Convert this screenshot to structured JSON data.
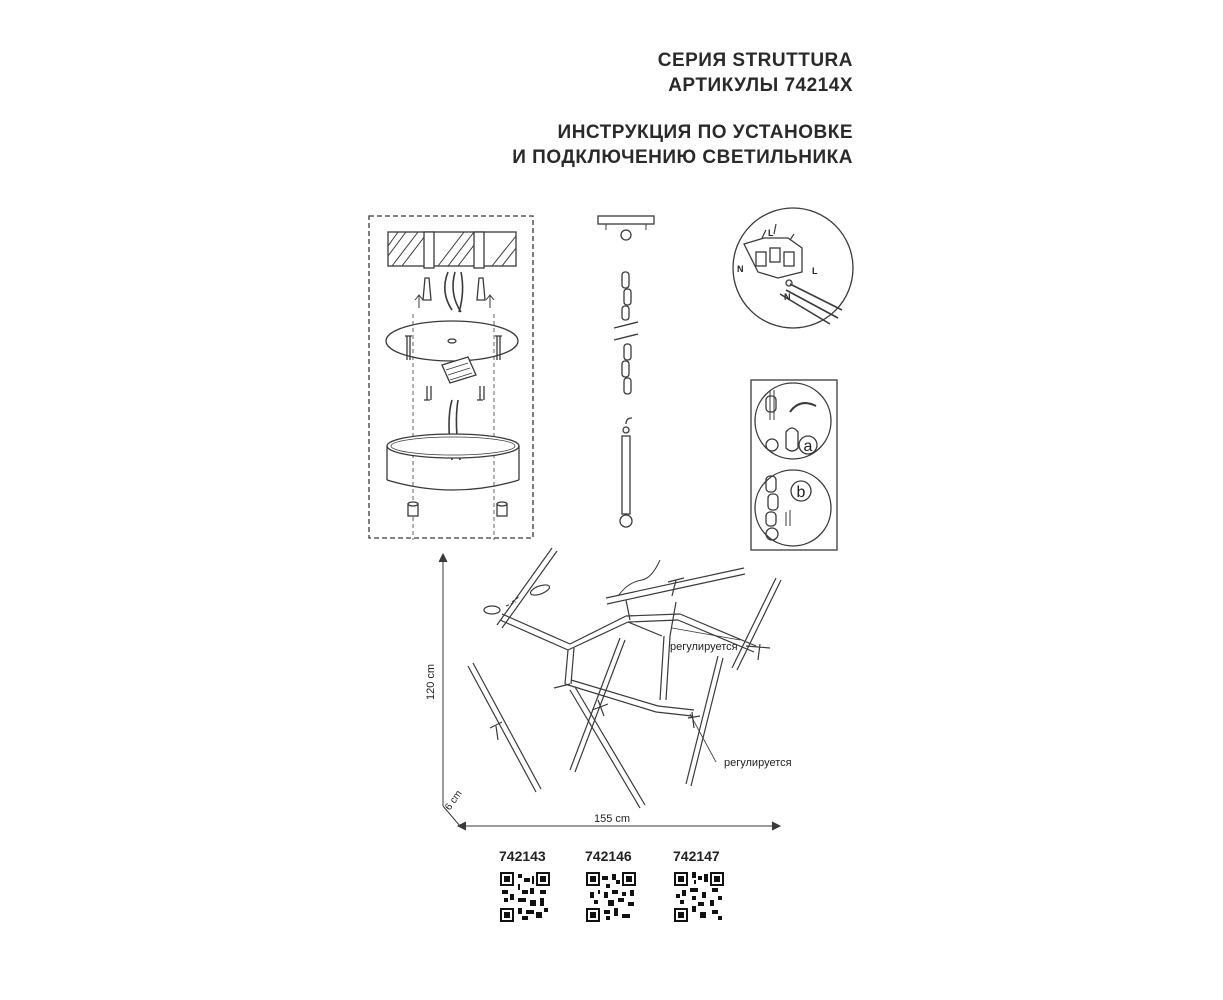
{
  "header": {
    "series": "СЕРИЯ STRUTTURA",
    "articles": "АРТИКУЛЫ 74214X",
    "instruction_line1": "ИНСТРУКЦИЯ ПО УСТАНОВКЕ",
    "instruction_line2": "И ПОДКЛЮЧЕНИЮ СВЕТИЛЬНИКА"
  },
  "wiring": {
    "label_l": "L",
    "label_n": "N"
  },
  "hook_steps": {
    "step_a": "a",
    "step_b": "b"
  },
  "dimensions": {
    "height": "120 cm",
    "depth": "6 cm",
    "width": "155 cm",
    "adjustable_1": "регулируется",
    "adjustable_2": "регулируется"
  },
  "articles": [
    "742143",
    "742146",
    "742147"
  ],
  "colors": {
    "line": "#3a3a3a",
    "text": "#222222"
  }
}
